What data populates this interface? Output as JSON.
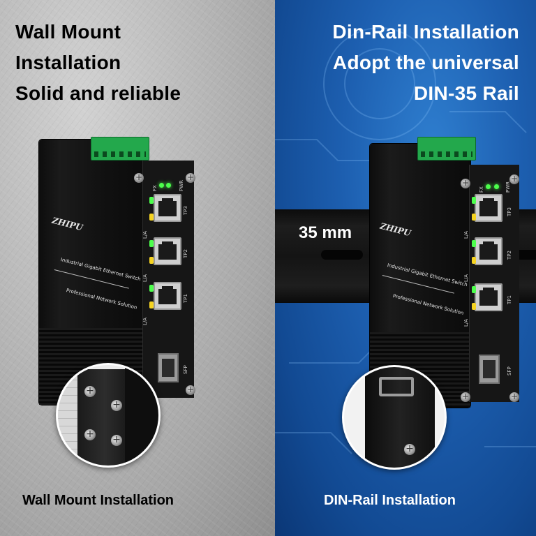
{
  "left_panel": {
    "headline": [
      "Wall Mount",
      "Installation",
      "Solid and reliable"
    ],
    "caption": "Wall Mount Installation"
  },
  "right_panel": {
    "headline": [
      "Din-Rail Installation",
      "Adopt the universal",
      "DIN-35 Rail"
    ],
    "rail_label": "35 mm",
    "caption": "DIN-Rail Installation"
  },
  "device": {
    "brand": "ZHIPU",
    "product_line": "Industrial Gigabit Ethernet Switch",
    "tagline": "Professional Network Solution",
    "port_labels": [
      "TP3",
      "TP2",
      "TP1",
      "SFP"
    ],
    "led_labels": [
      "FX",
      "PWR"
    ],
    "la_label": "L/A"
  },
  "colors": {
    "left_bg": "#b5b5b5",
    "right_bg": "#1d5fb0",
    "terminal_green": "#23a84c",
    "led_green": "#4cff4c",
    "port_led_yellow": "#f5d321"
  }
}
